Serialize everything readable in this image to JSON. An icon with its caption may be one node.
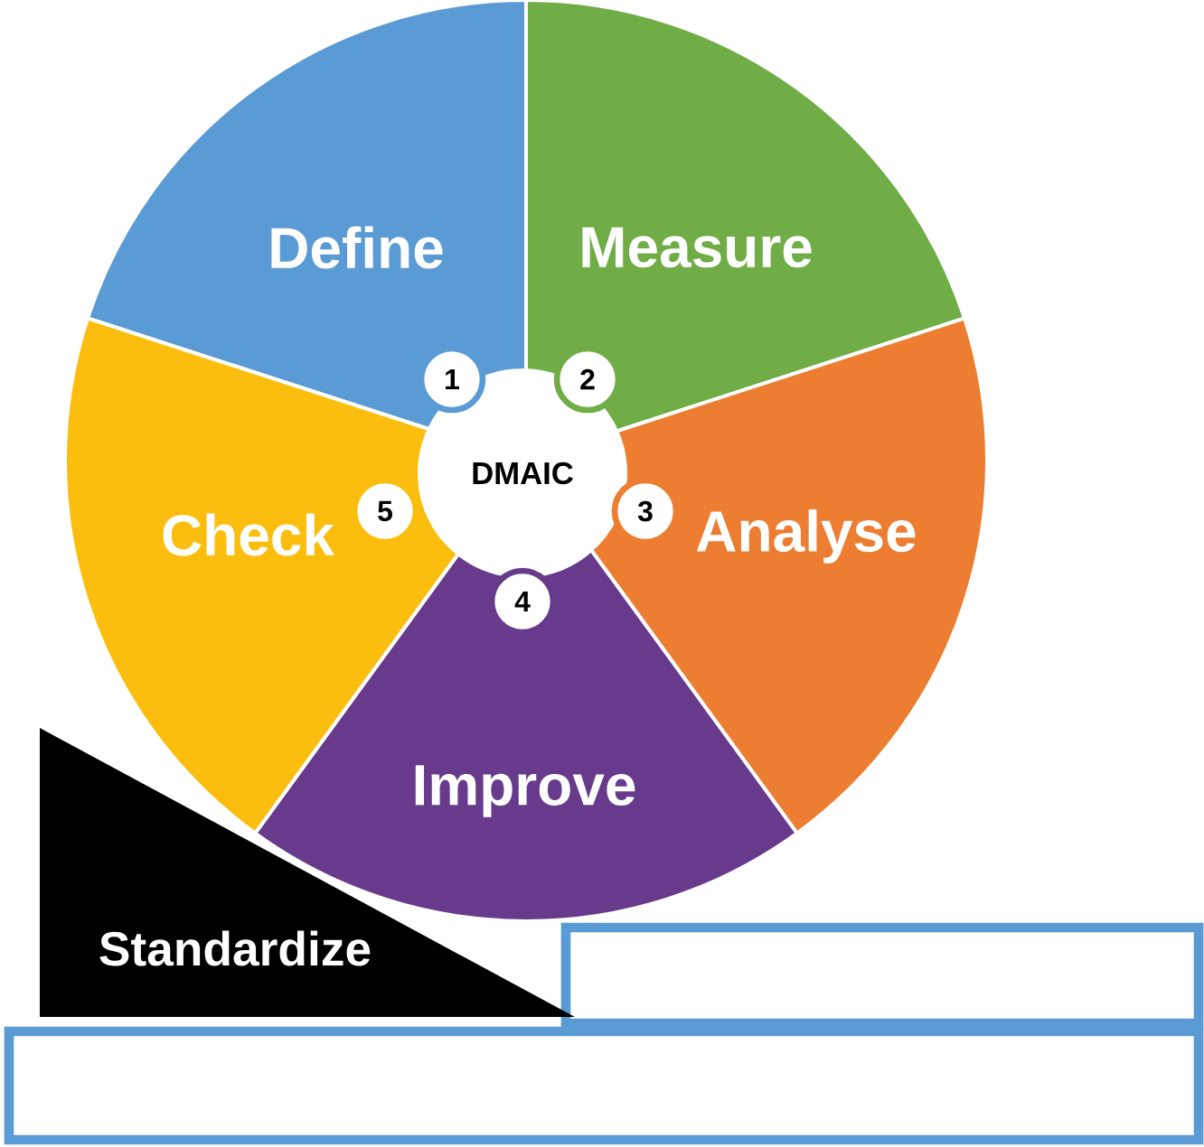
{
  "diagram": {
    "nodes": [
      {
        "text": [
          "Define"
        ]
      },
      {
        "text": [
          "Measure"
        ]
      },
      {
        "text": [
          "Analyse"
        ]
      },
      {
        "text": [
          "Improve"
        ]
      },
      {
        "text": [
          "Check"
        ]
      },
      {
        "text": [
          "DMAIC"
        ]
      },
      {
        "text": [
          "1"
        ],
        "in": 0
      },
      {
        "text": [
          "2"
        ],
        "in": 1
      },
      {
        "text": [
          "3"
        ],
        "in": 2
      },
      {
        "text": [
          "4"
        ],
        "in": 3
      },
      {
        "text": [
          "5"
        ],
        "in": 4
      },
      {
        "text": [
          "Standardize"
        ]
      },
      {
        "text": [],
        "shape": "box"
      },
      {
        "text": [],
        "shape": "box"
      }
    ]
  }
}
